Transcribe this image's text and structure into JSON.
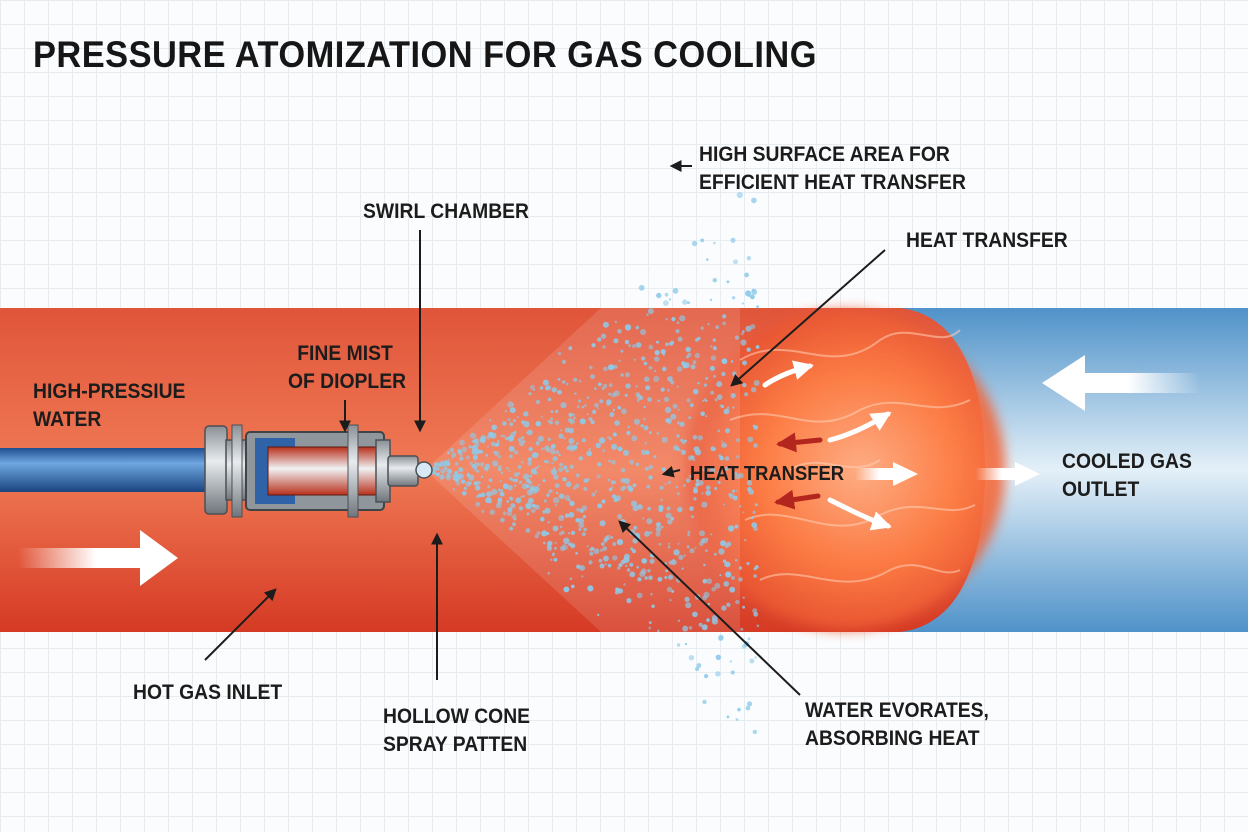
{
  "title": "PRESSURE ATOMIZATION FOR GAS COOLING",
  "labels": {
    "high_pressure_water": [
      "HIGH-PRESSIUE",
      "WATER"
    ],
    "fine_mist": [
      "FINE MIST",
      "OF DIOPLER"
    ],
    "swirl_chamber": "SWIRL CHAMBER",
    "high_surface_area": [
      "HIGH SURFACE AREA FOR",
      "EFFICIENT HEAT TRANSFER"
    ],
    "heat_transfer_top": "HEAT TRANSFER",
    "heat_transfer_mid": "HEAT TRANSFER",
    "cooled_gas_outlet": [
      "COOLED GAS",
      "OUTLET"
    ],
    "hot_gas_inlet": "HOT GAS INLET",
    "hollow_cone": [
      "HOLLOW CONE",
      "SPRAY PATTEN"
    ],
    "water_evaporates": [
      "WATER EVORATES,",
      "ABSORBING HEAT"
    ]
  },
  "colors": {
    "hot_gas": "#d9402a",
    "cooled_gas": "#5fa3d6",
    "water_pipe": "#2f6fb6",
    "droplet": "#8ecbea",
    "flame": "#ff8a4a",
    "text": "#1c1c1c"
  }
}
